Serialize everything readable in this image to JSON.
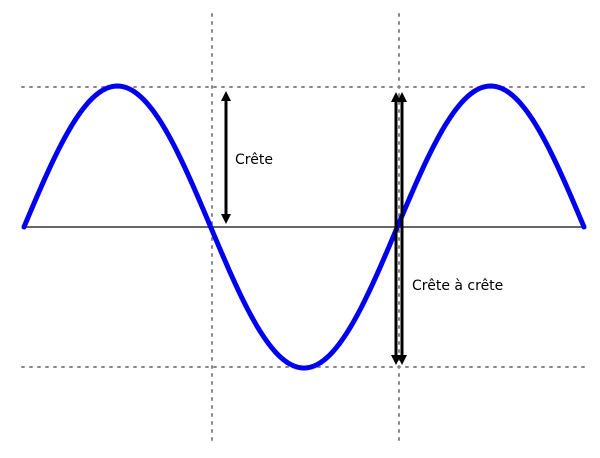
{
  "labels": {
    "peak": "Crête",
    "peak_to_peak": "Crête à crête"
  },
  "colors": {
    "wave": "#0000ee",
    "axis": "#666666",
    "guide": "#888888",
    "arrow": "#000000",
    "background": "#ffffff"
  },
  "wave": {
    "cycles": 1.5,
    "amplitude": 1
  }
}
